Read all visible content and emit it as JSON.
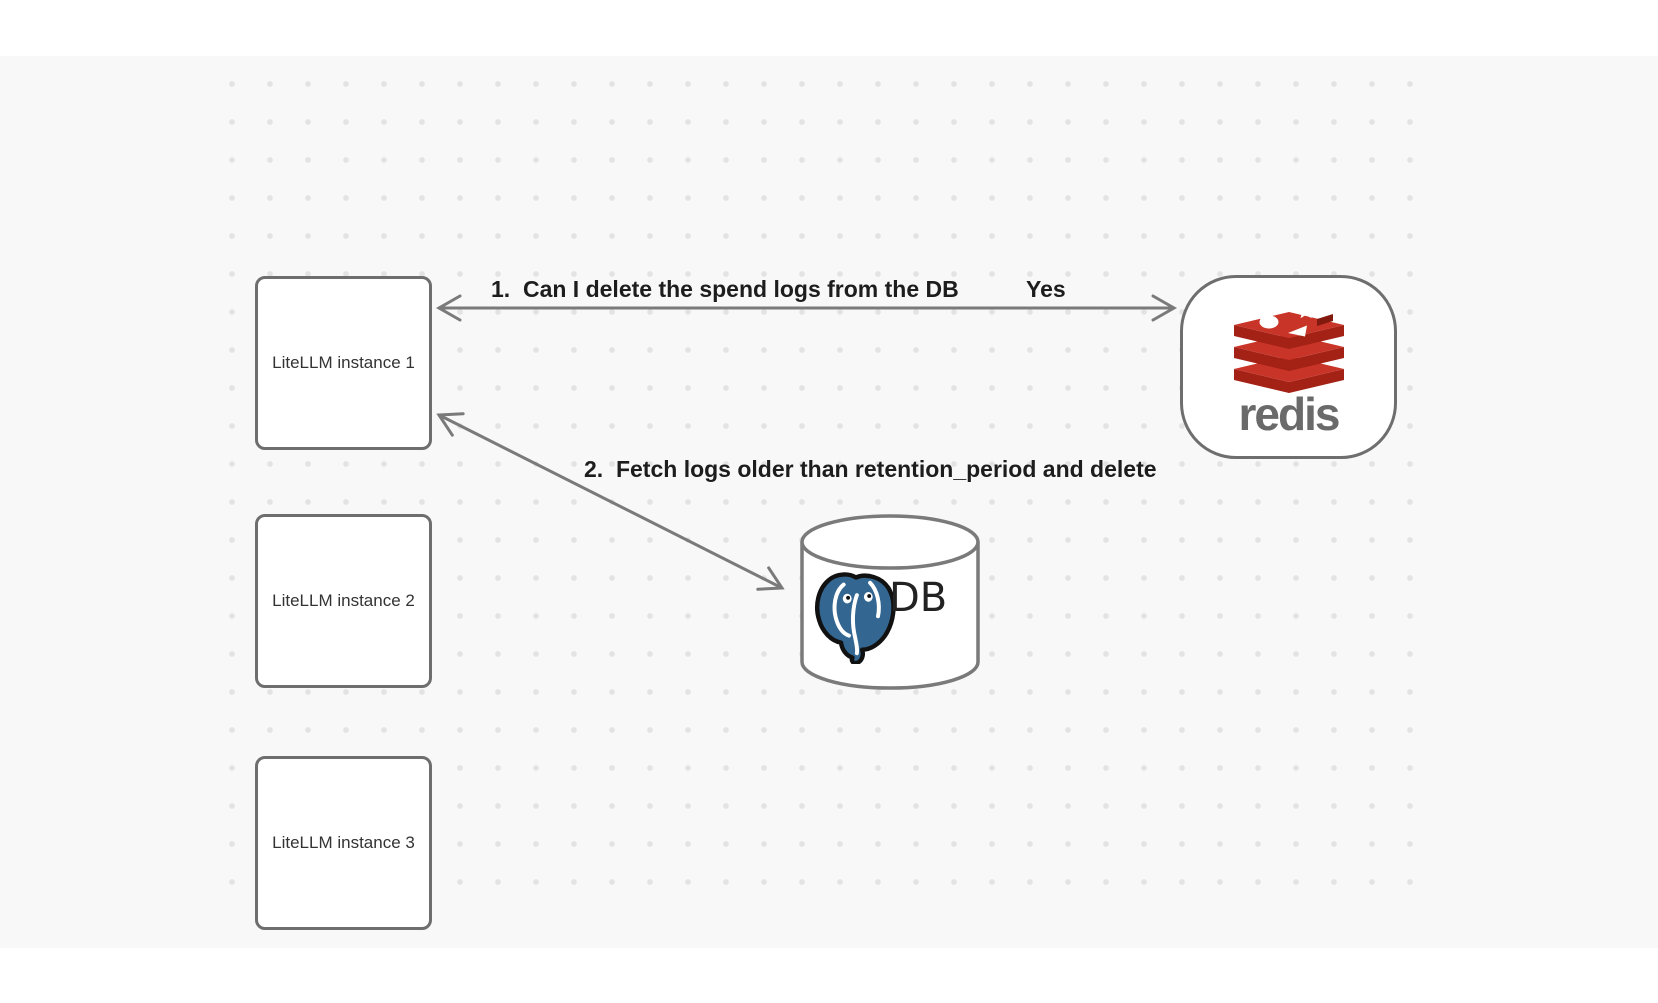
{
  "diagram": {
    "instances": [
      {
        "label": "LiteLLM instance 1"
      },
      {
        "label": "LiteLLM instance 2"
      },
      {
        "label": "LiteLLM instance 3"
      }
    ],
    "redis": {
      "wordmark": "redis"
    },
    "database": {
      "label": "DB"
    },
    "edges": {
      "redis_edge": {
        "step_label": "1.  Can I delete the spend logs from the DB",
        "response_label": "Yes",
        "from": "LiteLLM instance 1",
        "to": "redis",
        "arrowheads": "both"
      },
      "db_edge": {
        "step_label": "2.  Fetch logs older than retention_period and delete",
        "from": "LiteLLM instance 1",
        "to": "DB",
        "arrowheads": "both"
      }
    }
  },
  "icons": {
    "redis_logo": "redis-stack-icon",
    "postgres_logo": "postgresql-elephant-icon"
  },
  "colors": {
    "background": "#f8f8f8",
    "dot_grid": "#e3e3e3",
    "shape_stroke": "#6e6e6e",
    "arrow_stroke": "#7a7a7a",
    "edge_label_text": "#1d1d1d",
    "node_text": "#333333",
    "redis_red": "#c93428",
    "redis_dark_red": "#a32115",
    "redis_wordmark_gray": "#6a6a6a",
    "postgres_blue": "#336791",
    "db_text": "#222222"
  }
}
